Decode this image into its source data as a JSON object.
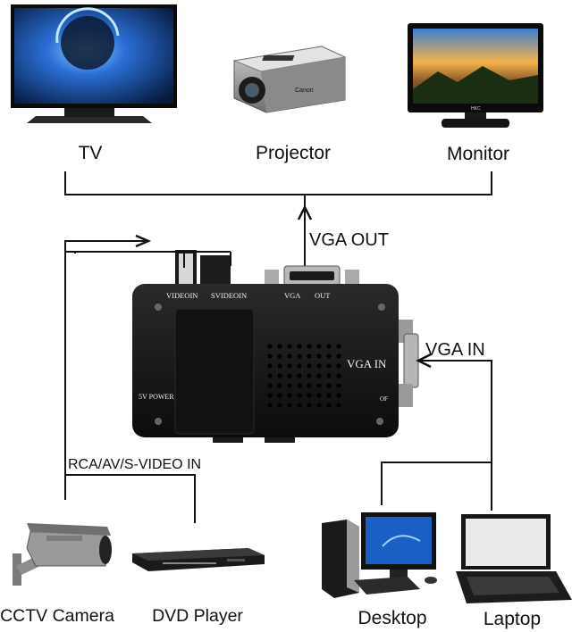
{
  "outputs": {
    "tv": "TV",
    "projector": "Projector",
    "monitor": "Monitor"
  },
  "inputs": {
    "cctv": "CCTV Camera",
    "dvd": "DVD Player",
    "desktop": "Desktop",
    "laptop": "Laptop"
  },
  "connections": {
    "vga_out": "VGA OUT",
    "vga_in": "VGA IN",
    "rca_in": "RCA/AV/S-VIDEO IN"
  },
  "converter": {
    "video_in": "VIDEOIN",
    "svideo_in": "SVIDEOIN",
    "vga": "VGA",
    "out": "OUT",
    "vga_in": "VGA IN",
    "power": "5V POWER",
    "of": "OF"
  },
  "brand_marks": {
    "projector": "Canon",
    "monitor": "HKC"
  },
  "colors": {
    "line": "#111111",
    "device_body": "#141414",
    "screen_blue": "#1a5fc4"
  }
}
